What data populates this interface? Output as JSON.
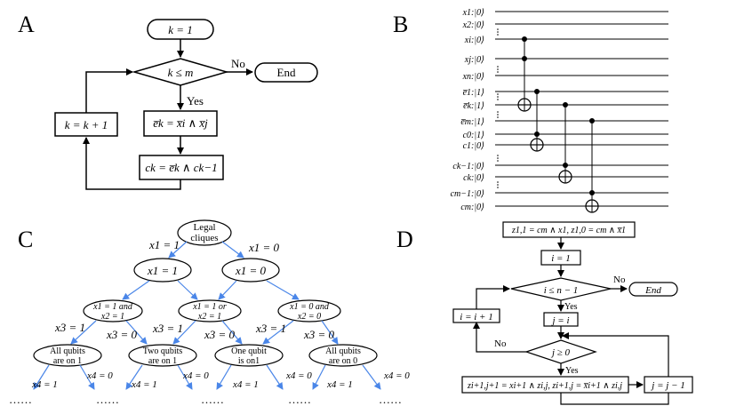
{
  "panels": {
    "A": "A",
    "B": "B",
    "C": "C",
    "D": "D"
  },
  "panel_a": {
    "start": "k = 1",
    "decision": "k ≤ m",
    "no_label": "No",
    "yes_label": "Yes",
    "end": "End",
    "step1": "e̅k = x̅i ∧ x̅j",
    "step2": "ck = e̅k ∧ ck−1",
    "increment": "k = k + 1"
  },
  "panel_b": {
    "qubits": [
      "x1:|0⟩",
      "x2:|0⟩",
      "xi:|0⟩",
      "xj:|0⟩",
      "xn:|0⟩",
      "e̅1:|1⟩",
      "e̅k:|1⟩",
      "e̅m:|1⟩",
      "c0:|1⟩",
      "c1:|0⟩",
      "ck−1:|0⟩",
      "ck:|0⟩",
      "cm−1:|0⟩",
      "cm:|0⟩"
    ]
  },
  "panel_c": {
    "root": [
      "Legal",
      "cliques"
    ],
    "edge_x1_1": "x1 = 1",
    "edge_x1_0": "x1 = 0",
    "n_left": "x1 = 1",
    "n_right": "x1 = 0",
    "n_ll": [
      "x1 = 1 and",
      "x2 = 1"
    ],
    "n_lr": [
      "x1 = 1 or",
      "x2 = 1"
    ],
    "n_rr": [
      "x1 = 0 and",
      "x2 = 0"
    ],
    "edge_x3_1a": "x3 = 1",
    "edge_x3_0a": "x3 = 0",
    "edge_x3_1b": "x3 = 1",
    "edge_x3_0b": "x3 = 0",
    "edge_x3_1c": "x3 = 1",
    "edge_x3_0c": "x3 = 0",
    "leaf1": [
      "All qubits",
      "are on 1"
    ],
    "leaf2": [
      "Two qubits",
      "are on 1"
    ],
    "leaf3": [
      "One qubit",
      "is on1"
    ],
    "leaf4": [
      "All qubits",
      "are on 0"
    ],
    "x4_labels": [
      "x4 = 1",
      "x4 = 0",
      "x4 = 1",
      "x4 = 0",
      "x4 = 1",
      "x4 = 0",
      "x4 = 1",
      "x4 = 0"
    ],
    "ellipsis": "……"
  },
  "panel_d": {
    "init": "z1,1 = cm ∧ x1, z1,0 = cm ∧ x̅1",
    "i_init": "i = 1",
    "cond1": "i ≤ n − 1",
    "no1": "No",
    "end": "End",
    "yes1": "Yes",
    "j_init": "j = i",
    "i_inc": "i = i + 1",
    "cond2": "j ≥ 0",
    "no2": "No",
    "yes2": "Yes",
    "update": "zi+1,j+1 = xi+1 ∧ zi,j, zi+1,j = x̅i+1 ∧ zi,j",
    "j_dec": "j = j − 1"
  },
  "colors": {
    "tree_arrow": "#4a86e8",
    "ink": "#000000"
  }
}
